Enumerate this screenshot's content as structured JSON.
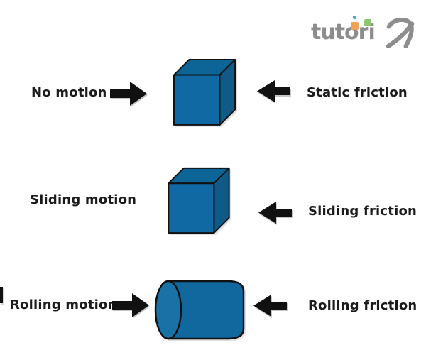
{
  "logo": {
    "text": "tutori",
    "x_glyph": "x-swoosh",
    "colors": {
      "text": "#8d8d8d",
      "square_orange": "#f0a356",
      "square_green": "#8cc96d",
      "square_blue": "#4aa8d8"
    }
  },
  "rows": [
    {
      "motion_label": "No motion",
      "object": "cube",
      "friction_label": "Static friction",
      "has_right_arrow": true,
      "has_left_arrow": true
    },
    {
      "motion_label": "Sliding motion",
      "object": "cube",
      "friction_label": "Sliding friction",
      "has_right_arrow": false,
      "has_left_arrow": true
    },
    {
      "motion_label": "Rolling motion",
      "object": "cylinder",
      "friction_label": "Rolling friction",
      "has_right_arrow": true,
      "has_left_arrow": true
    }
  ],
  "colors": {
    "background": "#ffffff",
    "text": "#1b1b1b",
    "arrow": "#111111",
    "outline": "#111111",
    "cube_front": "#1169a4",
    "cube_top": "#0d6597",
    "cube_side": "#0f5a87",
    "cylinder_body": "#11689f",
    "cylinder_cap": "#1a71a6"
  }
}
